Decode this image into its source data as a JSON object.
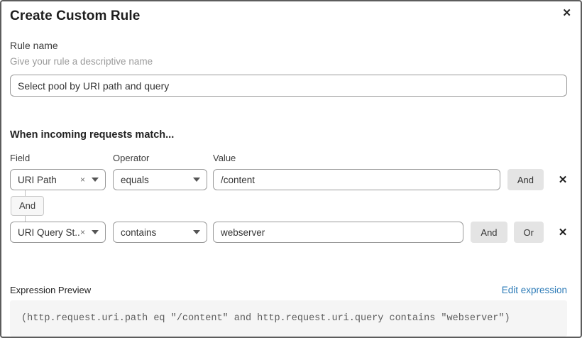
{
  "dialog": {
    "title": "Create Custom Rule"
  },
  "icons": {
    "close": "✕",
    "clear": "×",
    "delete": "✕"
  },
  "rule_name": {
    "label": "Rule name",
    "helper": "Give your rule a descriptive name",
    "value": "Select pool by URI path and query"
  },
  "match_section": {
    "heading": "When incoming requests match...",
    "columns": {
      "field": "Field",
      "operator": "Operator",
      "value": "Value"
    },
    "rows": [
      {
        "field": "URI Path",
        "operator": "equals",
        "value": "/content",
        "buttons": [
          "And"
        ]
      },
      {
        "field": "URI Query St...",
        "operator": "contains",
        "value": "webserver",
        "buttons": [
          "And",
          "Or"
        ]
      }
    ],
    "connector_label": "And"
  },
  "expression_preview": {
    "label": "Expression Preview",
    "edit_link": "Edit expression",
    "expression": "(http.request.uri.path eq \"/content\" and http.request.uri.query contains \"webserver\")"
  },
  "colors": {
    "link": "#2e7cb8",
    "code_background": "#f5f5f5",
    "conjunction_button_background": "#e4e4e4",
    "border": "#9a9a9a"
  }
}
